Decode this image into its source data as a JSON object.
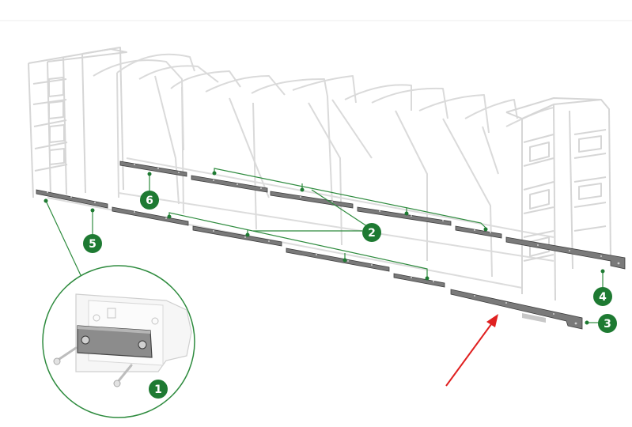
{
  "colors": {
    "frame": "#d9d9d9",
    "frame_dark": "#bfbfbf",
    "rail": "#6f6f6f",
    "rail_dark": "#3c3c3c",
    "leader": "#2e8b3e",
    "badge": "#1e7a32",
    "arrow": "#e02020"
  },
  "callouts": [
    {
      "id": "c1",
      "label": "1"
    },
    {
      "id": "c2",
      "label": "2"
    },
    {
      "id": "c3",
      "label": "3"
    },
    {
      "id": "c4",
      "label": "4"
    },
    {
      "id": "c5",
      "label": "5"
    },
    {
      "id": "c6",
      "label": "6"
    }
  ],
  "icons": {
    "detail": "magnified-bracket-icon",
    "pointer": "red-arrow-icon"
  }
}
